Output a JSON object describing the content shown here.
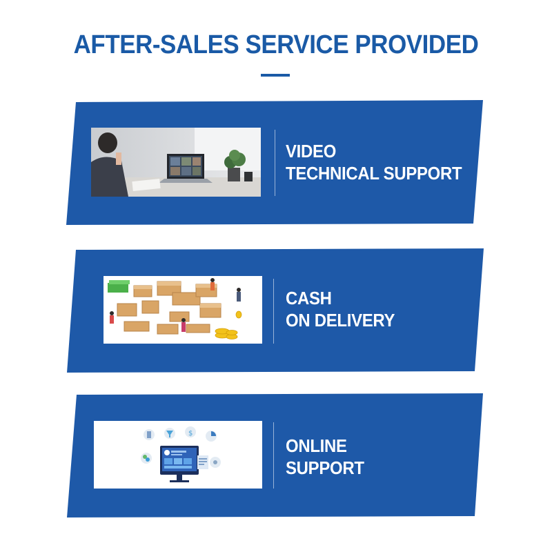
{
  "heading": {
    "title": "AFTER-SALES SERVICE PROVIDED"
  },
  "colors": {
    "brand_blue": "#1a5aa6",
    "band_blue": "#1e59a8",
    "text_white": "#ffffff"
  },
  "services": [
    {
      "line1": "VIDEO",
      "line2": "TECHNICAL SUPPORT",
      "image": "video-call-photo"
    },
    {
      "line1": "CASH",
      "line2": "ON DELIVERY",
      "image": "warehouse-delivery-illustration"
    },
    {
      "line1": "ONLINE",
      "line2": "SUPPORT",
      "image": "online-dashboard-illustration"
    }
  ]
}
